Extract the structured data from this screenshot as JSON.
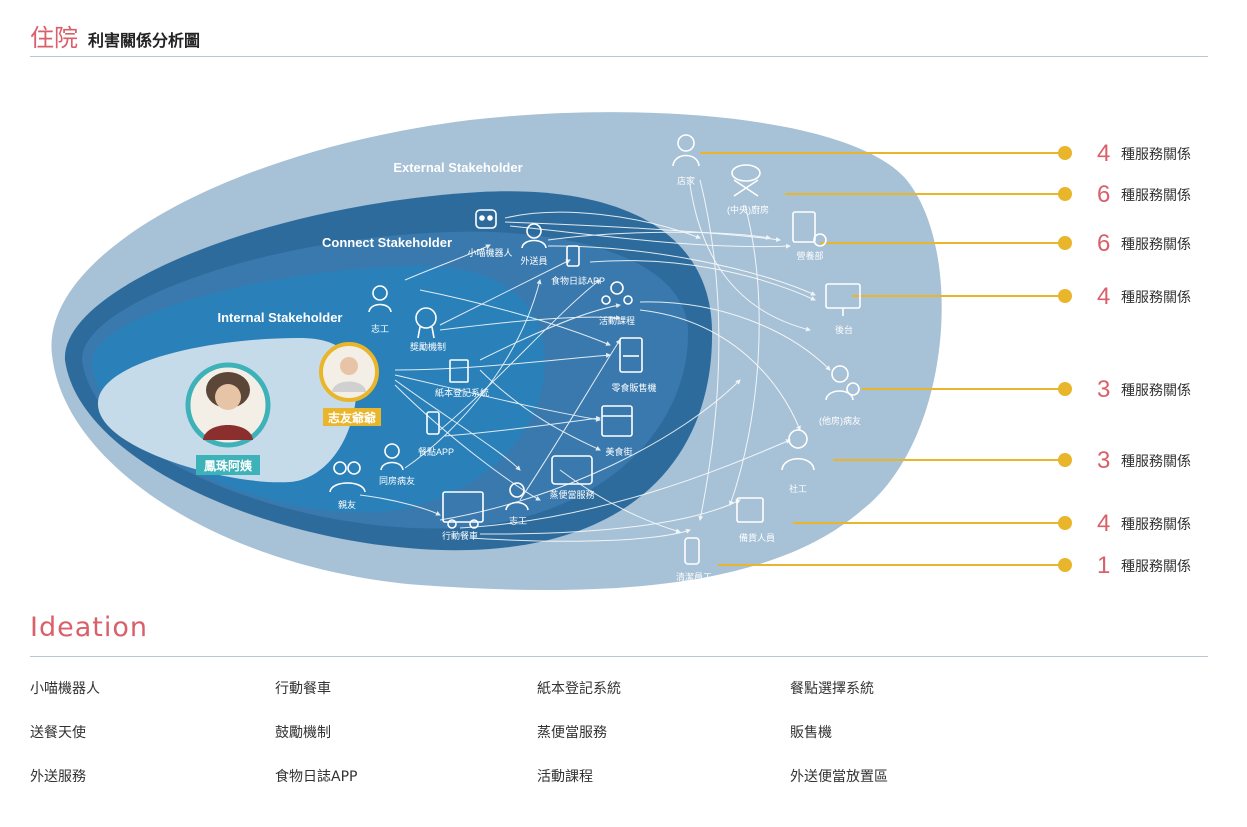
{
  "header": {
    "title_main": "住院",
    "title_sub": "利害關係分析圖"
  },
  "layers": {
    "external": "External Stakeholder",
    "connect": "Connect Stakeholder",
    "internal": "Internal Stakeholder"
  },
  "people": {
    "main": "鳳珠阿姨",
    "companion": "志友爺爺"
  },
  "nodes": {
    "robot": "小喵機器人",
    "delivery_man": "外送員",
    "food_app": "食物日誌APP",
    "volunteer_a": "志工",
    "reward": "獎勵機制",
    "paper_reg": "紙本登記系統",
    "activity": "活動課程",
    "vending": "零食販售機",
    "meal_app": "餐點APP",
    "food_court": "美食街",
    "roommate": "同房病友",
    "family": "親友",
    "steam": "蒸便當服務",
    "food_truck": "行動餐車",
    "volunteer_b": "志工",
    "store": "店家",
    "kitchen": "(中央)廚房",
    "nutrition": "營養部",
    "backend": "後台",
    "other_patients": "(他房)病友",
    "social_worker": "社工",
    "preparer": "備貨人員",
    "cleaner": "清潔員工"
  },
  "relations": [
    {
      "num": "4",
      "label": "種服務關係"
    },
    {
      "num": "6",
      "label": "種服務關係"
    },
    {
      "num": "6",
      "label": "種服務關係"
    },
    {
      "num": "4",
      "label": "種服務關係"
    },
    {
      "num": "3",
      "label": "種服務關係"
    },
    {
      "num": "3",
      "label": "種服務關係"
    },
    {
      "num": "4",
      "label": "種服務關係"
    },
    {
      "num": "1",
      "label": "種服務關係"
    }
  ],
  "ideation": {
    "title": "Ideation",
    "col1": [
      "小喵機器人",
      "送餐天使",
      "外送服務"
    ],
    "col2": [
      "行動餐車",
      "鼓勵機制",
      "食物日誌APP"
    ],
    "col3": [
      "紙本登記系統",
      "蒸便當服務",
      "活動課程"
    ],
    "col4": [
      "餐點選擇系統",
      "販售機",
      "外送便當放置區"
    ]
  },
  "colors": {
    "accent_red": "#d9606a",
    "gold": "#e9b52b",
    "external": "#a7c1d6",
    "connect": "#2d6b9c",
    "internal": "#2a80b9",
    "core": "#c6dbea",
    "teal": "#3db2b8"
  }
}
